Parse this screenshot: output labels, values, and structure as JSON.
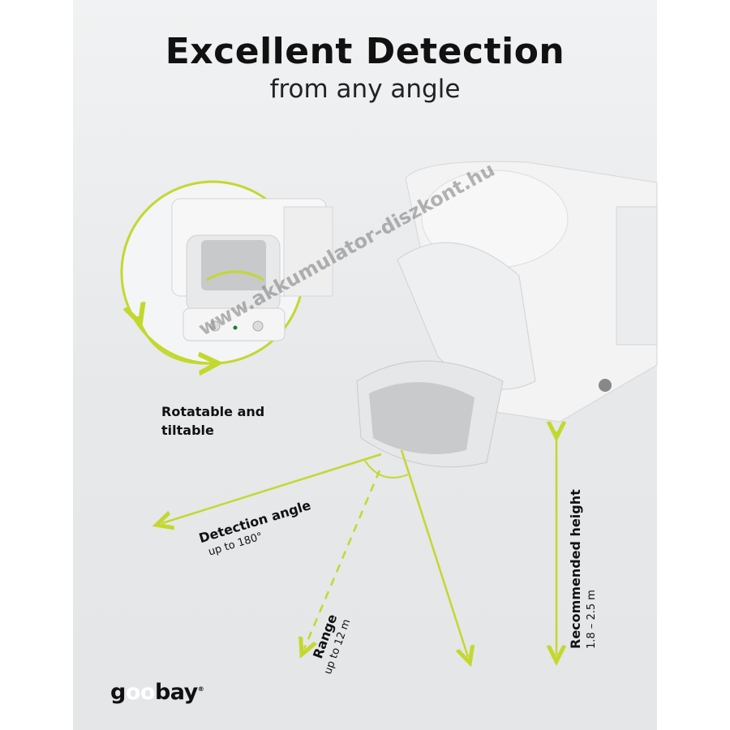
{
  "header": {
    "title": "Excellent Detection",
    "subtitle": "from any angle"
  },
  "features": {
    "rotate": {
      "line1": "Rotatable and",
      "line2": "tiltable"
    },
    "angle": {
      "title": "Detection angle",
      "value": "up to 180°"
    },
    "range": {
      "title": "Range",
      "value": "up to 12 m"
    },
    "height": {
      "title": "Recommended height",
      "value": "1.8 – 2.5 m"
    }
  },
  "brand": {
    "logo_text": "goobay",
    "accent": "#c3d82e"
  },
  "watermark": "www.akkumulator-diszkont.hu"
}
